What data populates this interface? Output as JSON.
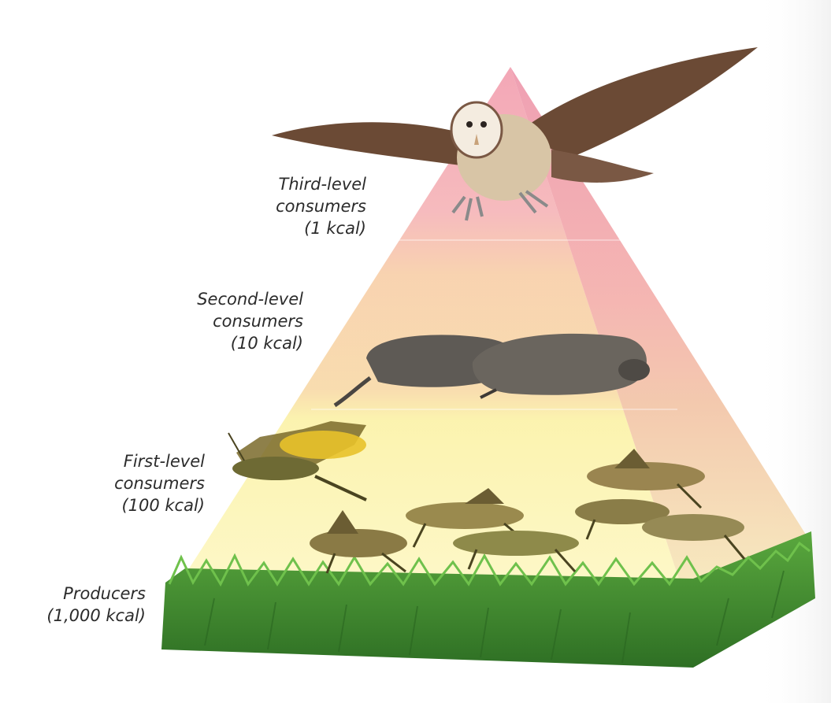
{
  "levels": [
    {
      "name_line1": "Third-level",
      "name_line2": "consumers",
      "energy": "(1 kcal)"
    },
    {
      "name_line1": "Second-level",
      "name_line2": "consumers",
      "energy": "(10 kcal)"
    },
    {
      "name_line1": "First-level",
      "name_line2": "consumers",
      "energy": "(100 kcal)"
    },
    {
      "name_line1": "Producers",
      "energy": "(1,000 kcal)"
    }
  ],
  "organisms": {
    "third_level": "barn-owl-icon",
    "second_level": "shrew-icon",
    "first_level": "grasshopper-icon",
    "producers": "grass-icon"
  },
  "colors": {
    "third_level": "#f2a7b3",
    "second_level": "#f7c8a4",
    "first_level": "#fbf0a6",
    "producers": "#3f8f2e"
  }
}
